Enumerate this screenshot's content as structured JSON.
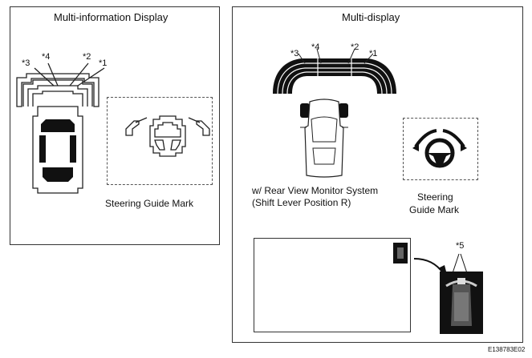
{
  "left_panel": {
    "title": "Multi-information Display",
    "callouts": [
      "*3",
      "*4",
      "*2",
      "*1"
    ],
    "steering_label": "Steering Guide Mark"
  },
  "right_panel": {
    "title": "Multi-display",
    "callouts": [
      "*3",
      "*4",
      "*2",
      "*1"
    ],
    "monitor_note_line1": "w/ Rear View Monitor System",
    "monitor_note_line2": "(Shift Lever Position R)",
    "steering_label_line1": "Steering",
    "steering_label_line2": "Guide Mark",
    "callout_5": "*5"
  },
  "figure_code": "E138783E02"
}
